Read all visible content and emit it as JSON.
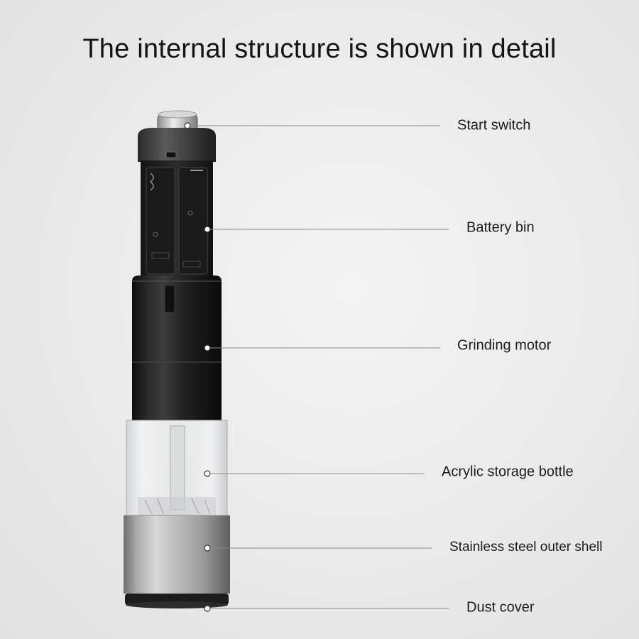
{
  "title": "The internal structure is shown in detail",
  "colors": {
    "background": "#ebebeb",
    "line": "#8a8a8a",
    "body_dark": "#1e1e1e",
    "steel": "#b9b9b9"
  },
  "callouts": [
    {
      "id": "start-switch",
      "label": "Start switch"
    },
    {
      "id": "battery-bin",
      "label": "Battery bin"
    },
    {
      "id": "grinding-motor",
      "label": "Grinding motor"
    },
    {
      "id": "acrylic-storage-bottle",
      "label": "Acrylic storage bottle"
    },
    {
      "id": "stainless-steel-outer-shell",
      "label": "Stainless steel outer shell"
    },
    {
      "id": "dust-cover",
      "label": "Dust cover"
    }
  ]
}
